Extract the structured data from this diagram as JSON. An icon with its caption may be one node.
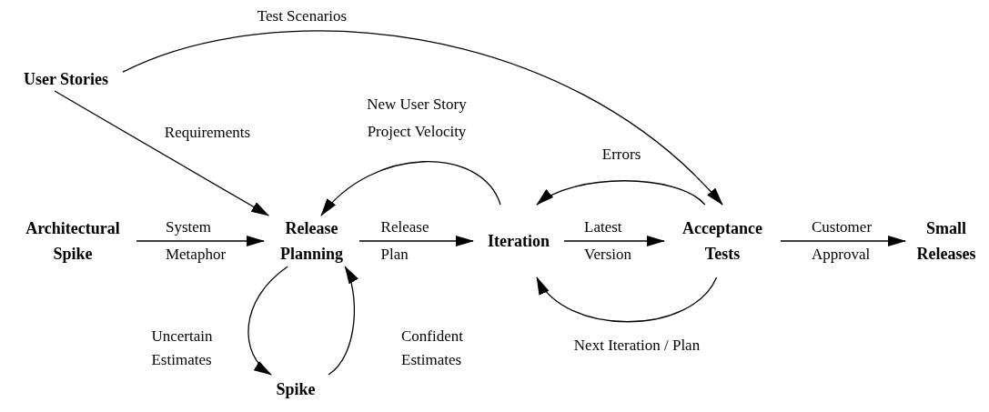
{
  "diagram": {
    "nodes": [
      {
        "text": [
          "User Stories"
        ]
      },
      {
        "text": [
          "Architectural Spike"
        ]
      },
      {
        "text": [
          "Release Planning"
        ]
      },
      {
        "text": [
          "Iteration"
        ]
      },
      {
        "text": [
          "Acceptance Tests"
        ]
      },
      {
        "text": [
          "Small Releases"
        ]
      },
      {
        "text": [
          "Spike"
        ]
      }
    ],
    "edges": [
      {
        "from": 0,
        "to": 4,
        "arrow": "to",
        "label": "Test Scenarios"
      },
      {
        "from": 0,
        "to": 2,
        "arrow": "to",
        "label": "Requirements"
      },
      {
        "from": 1,
        "to": 2,
        "arrow": "to",
        "label": "System Metaphor"
      },
      {
        "from": 2,
        "to": 3,
        "arrow": "to",
        "label": "Release Plan"
      },
      {
        "from": 3,
        "to": 2,
        "arrow": "to",
        "label": "New User Story Project Velocity"
      },
      {
        "from": 4,
        "to": 3,
        "arrow": "to",
        "label": "Errors"
      },
      {
        "from": 3,
        "to": 4,
        "arrow": "to",
        "label": "Latest Version"
      },
      {
        "from": 4,
        "to": 3,
        "arrow": "to",
        "label": "Next Iteration / Plan"
      },
      {
        "from": 4,
        "to": 5,
        "arrow": "to",
        "label": "Customer Approval"
      },
      {
        "from": 2,
        "to": 6,
        "arrow": "to",
        "label": "Uncertain Estimates"
      },
      {
        "from": 6,
        "to": 2,
        "arrow": "to",
        "label": "Confident Estimates"
      }
    ]
  }
}
